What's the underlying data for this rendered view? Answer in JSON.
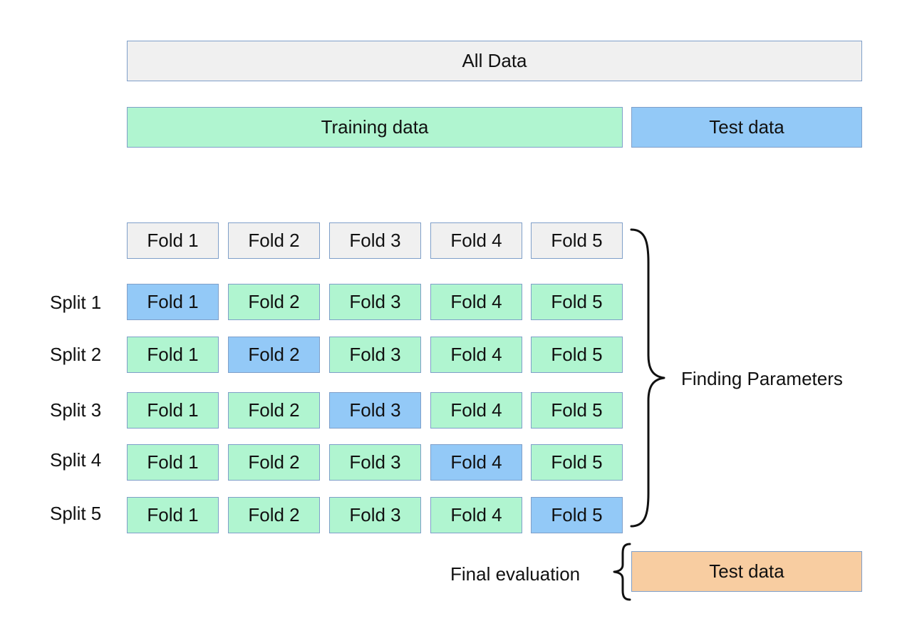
{
  "all_data_label": "All Data",
  "training_data_label": "Training data",
  "test_data_label": "Test data",
  "header_folds": [
    "Fold 1",
    "Fold 2",
    "Fold 3",
    "Fold 4",
    "Fold 5"
  ],
  "splits": [
    {
      "label": "Split 1",
      "folds": [
        "Fold 1",
        "Fold 2",
        "Fold 3",
        "Fold 4",
        "Fold 5"
      ],
      "test_fold": 1
    },
    {
      "label": "Split 2",
      "folds": [
        "Fold 1",
        "Fold 2",
        "Fold 3",
        "Fold 4",
        "Fold 5"
      ],
      "test_fold": 2
    },
    {
      "label": "Split 3",
      "folds": [
        "Fold 1",
        "Fold 2",
        "Fold 3",
        "Fold 4",
        "Fold 5"
      ],
      "test_fold": 3
    },
    {
      "label": "Split 4",
      "folds": [
        "Fold 1",
        "Fold 2",
        "Fold 3",
        "Fold 4",
        "Fold 5"
      ],
      "test_fold": 4
    },
    {
      "label": "Split 5",
      "folds": [
        "Fold 1",
        "Fold 2",
        "Fold 3",
        "Fold 4",
        "Fold 5"
      ],
      "test_fold": 5
    }
  ],
  "finding_parameters_label": "Finding Parameters",
  "final_evaluation_label": "Final evaluation",
  "final_test_data_label": "Test data",
  "colors": {
    "all_data": "#f0f0f0",
    "training": "#b0f5d0",
    "validation": "#93c9f7",
    "test": "#93c9f7",
    "final_test": "#f8cda1",
    "border": "#7f9fc9"
  }
}
